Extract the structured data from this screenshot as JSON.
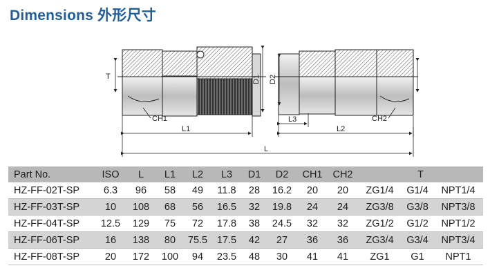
{
  "title": "Dimensions 外形尺寸",
  "drawing": {
    "labels": {
      "T": "T",
      "CH1": "CH1",
      "L1": "L1",
      "L": "L",
      "D1": "D1",
      "D2": "D2",
      "L3": "L3",
      "L2": "L2",
      "CH2": "CH2"
    }
  },
  "table": {
    "headers": [
      "Part No.",
      "ISO",
      "L",
      "L1",
      "L2",
      "L3",
      "D1",
      "D2",
      "CH1",
      "CH2",
      "T"
    ],
    "rows": [
      {
        "part": "HZ-FF-02T-SP",
        "iso": "6.3",
        "l": "96",
        "l1": "58",
        "l2": "49",
        "l3": "11.8",
        "d1": "28",
        "d2": "16.2",
        "ch1": "20",
        "ch2": "20",
        "t": [
          "ZG1/4",
          "G1/4",
          "NPT1/4"
        ]
      },
      {
        "part": "HZ-FF-03T-SP",
        "iso": "10",
        "l": "108",
        "l1": "68",
        "l2": "56",
        "l3": "16.5",
        "d1": "32",
        "d2": "19.8",
        "ch1": "24",
        "ch2": "24",
        "t": [
          "ZG3/8",
          "G3/8",
          "NPT3/8"
        ]
      },
      {
        "part": "HZ-FF-04T-SP",
        "iso": "12.5",
        "l": "129",
        "l1": "75",
        "l2": "72",
        "l3": "17.8",
        "d1": "38",
        "d2": "24.5",
        "ch1": "32",
        "ch2": "32",
        "t": [
          "ZG1/2",
          "G1/2",
          "NPT1/2"
        ]
      },
      {
        "part": "HZ-FF-06T-SP",
        "iso": "16",
        "l": "138",
        "l1": "80",
        "l2": "75.5",
        "l3": "17.5",
        "d1": "42",
        "d2": "27",
        "ch1": "36",
        "ch2": "36",
        "t": [
          "ZG3/4",
          "G3/4",
          "NPT3/4"
        ]
      },
      {
        "part": "HZ-FF-08T-SP",
        "iso": "20",
        "l": "172",
        "l1": "100",
        "l2": "94",
        "l3": "23.5",
        "d1": "48",
        "d2": "30",
        "ch1": "41",
        "ch2": "41",
        "t": [
          "ZG1",
          "G1",
          "NPT1"
        ]
      }
    ]
  }
}
